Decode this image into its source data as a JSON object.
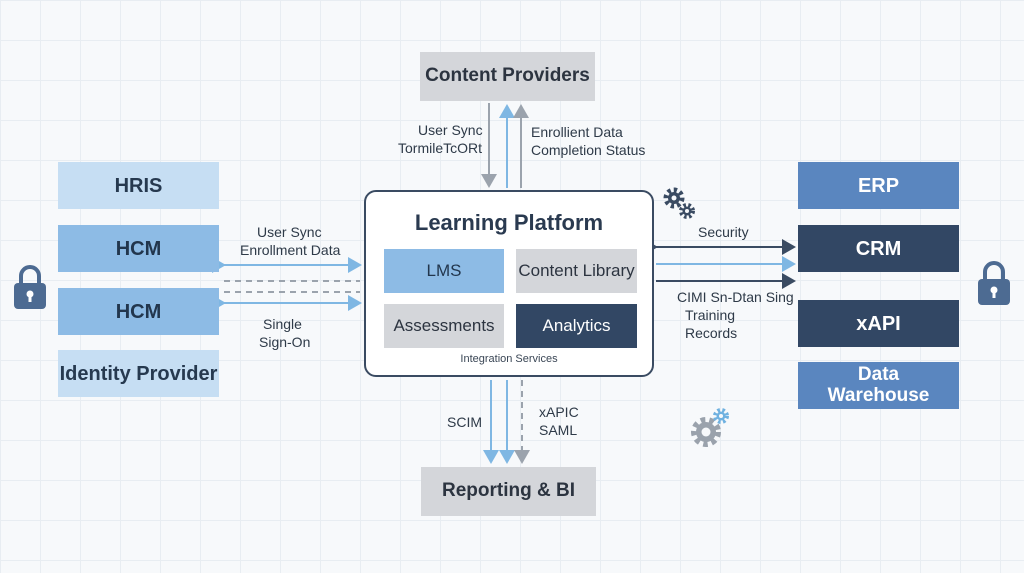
{
  "nodes": {
    "content_providers": "Content Providers",
    "hris": "HRIS",
    "hcm_1": "HCM",
    "hcm_2": "HCM",
    "identity_provider": "Identity Provider",
    "erp": "ERP",
    "crm": "CRM",
    "xapi": "xAPI",
    "data_warehouse": "Data Warehouse",
    "reporting_bi": "Reporting & BI"
  },
  "platform": {
    "title": "Learning Platform",
    "lms": "LMS",
    "content_library": "Content Library",
    "assessments": "Assessments",
    "analytics": "Analytics",
    "integration_services": "Integration Services"
  },
  "labels": {
    "top_left_1": "User Sync",
    "top_left_2": "TormileTcORt",
    "top_right_1": "Enrollient Data",
    "top_right_2": "Completion Status",
    "left_1": "User Sync",
    "left_2": "Enrollment Data",
    "left_3": "Single",
    "left_4": "Sign-On",
    "right_security": "Security",
    "right_1": "CIMI Sn-Dtan Sing",
    "right_2": "Training",
    "right_3": "Records",
    "bottom_left": "SCIM",
    "bottom_right_1": "xAPIC",
    "bottom_right_2": "SAML"
  },
  "icons": [
    "lock-icon",
    "gear-icon"
  ],
  "colors": {
    "light_blue": "#c6def3",
    "mid_blue": "#8dbbe5",
    "steel_blue": "#5a86bf",
    "navy": "#324764",
    "gray": "#d4d6da",
    "arrow_blue": "#7fb7e3",
    "arrow_gray": "#9ba3ad",
    "arrow_dark": "#3a4b62"
  }
}
